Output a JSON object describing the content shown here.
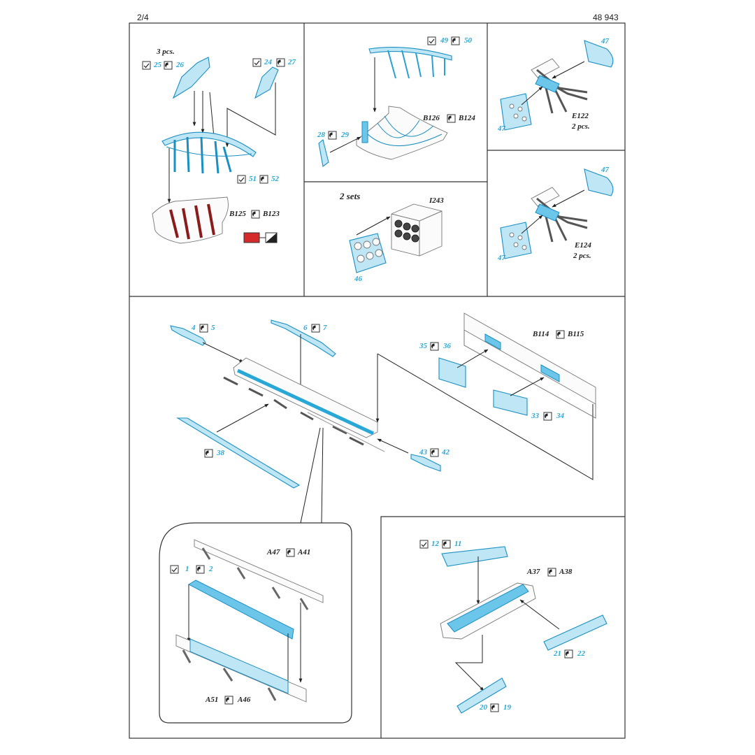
{
  "header": {
    "page": "2/4",
    "code": "48 943"
  },
  "colors": {
    "photoetch": "#29a8d8",
    "paint_red": "#d62b2b",
    "frame": "#333333"
  },
  "panel_a": {
    "qty": "3 pcs.",
    "p25": "25",
    "p26": "26",
    "p24": "24",
    "p27": "27",
    "p51": "51",
    "p52": "52",
    "b125": "B125",
    "b123": "B123"
  },
  "panel_b": {
    "p49": "49",
    "p50": "50",
    "p28": "28",
    "p29": "29",
    "b126": "B126",
    "b124": "B124"
  },
  "panel_c": {
    "p47": "47",
    "p47b": "47",
    "e122": "E122",
    "qty": "2 pcs."
  },
  "panel_d": {
    "sets": "2 sets",
    "i243": "I243",
    "p46": "46"
  },
  "panel_e": {
    "p47": "47",
    "p47b": "47",
    "e124": "E124",
    "qty": "2 pcs."
  },
  "panel_f": {
    "p4": "4",
    "p5": "5",
    "p6": "6",
    "p7": "7",
    "p38": "38",
    "p43": "43",
    "p42": "42",
    "b114": "B114",
    "b115": "B115",
    "p35": "35",
    "p36": "36",
    "p33": "33",
    "p34": "34"
  },
  "panel_g": {
    "a47": "A47",
    "a41": "A41",
    "p1": "1",
    "p2": "2",
    "a51": "A51",
    "a46": "A46"
  },
  "panel_h": {
    "p12": "12",
    "p11": "11",
    "a37": "A37",
    "a38": "A38",
    "p21": "21",
    "p22": "22",
    "p20": "20",
    "p19": "19"
  },
  "icons": [
    "check-box-icon",
    "flip-part-icon",
    "paint-swatch-icon"
  ]
}
